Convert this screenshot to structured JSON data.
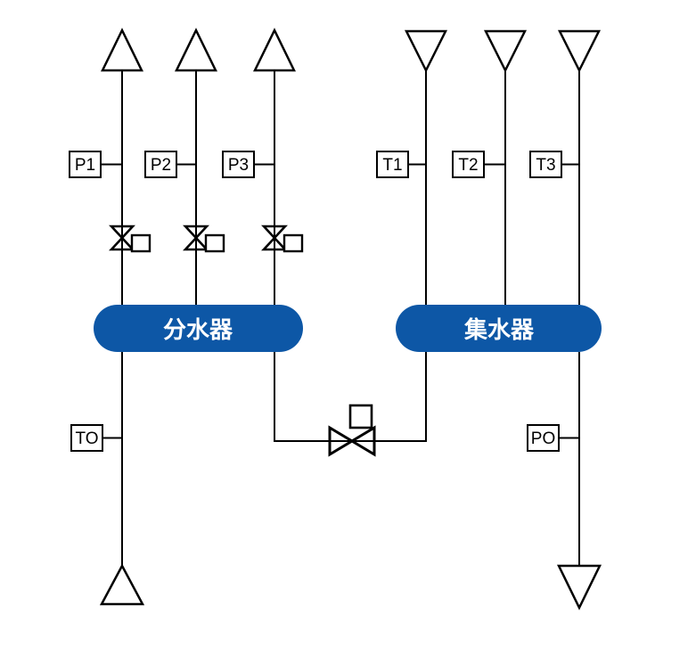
{
  "colors": {
    "background": "#ffffff",
    "line": "#000000",
    "symbol_fill": "#ffffff",
    "manifold_fill": "#0d57a6",
    "manifold_text": "#ffffff",
    "sensor_text": "#000000"
  },
  "manifolds": {
    "supply": {
      "label": "分水器"
    },
    "return": {
      "label": "集水器"
    }
  },
  "sensors": {
    "supply_pressure": [
      "P1",
      "P2",
      "P3"
    ],
    "return_temperature": [
      "T1",
      "T2",
      "T3"
    ],
    "outlet_temperature": "TO",
    "outlet_pressure": "PO"
  }
}
